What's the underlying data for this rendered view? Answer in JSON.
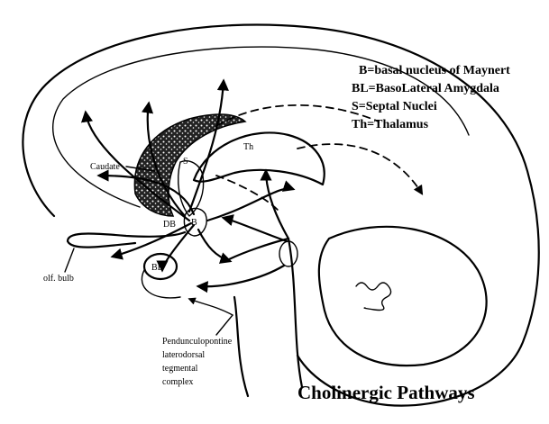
{
  "legend": {
    "line1": "B=basal nucleus of Maynert",
    "line2": "BL=BasoLateral Amygdala",
    "line3": "S=Septal Nuclei",
    "line4": "Th=Thalamus"
  },
  "labels": {
    "caudate": "Caudate",
    "th": "Th",
    "s": "S",
    "db": "DB",
    "bl": "BL",
    "b": "B",
    "olf": "olf. bulb"
  },
  "ppt": {
    "line1": "Pendunculopontine",
    "line2": "laterodorsal",
    "line3": "tegmental",
    "line4": "complex"
  },
  "title": "Cholinergic Pathways"
}
